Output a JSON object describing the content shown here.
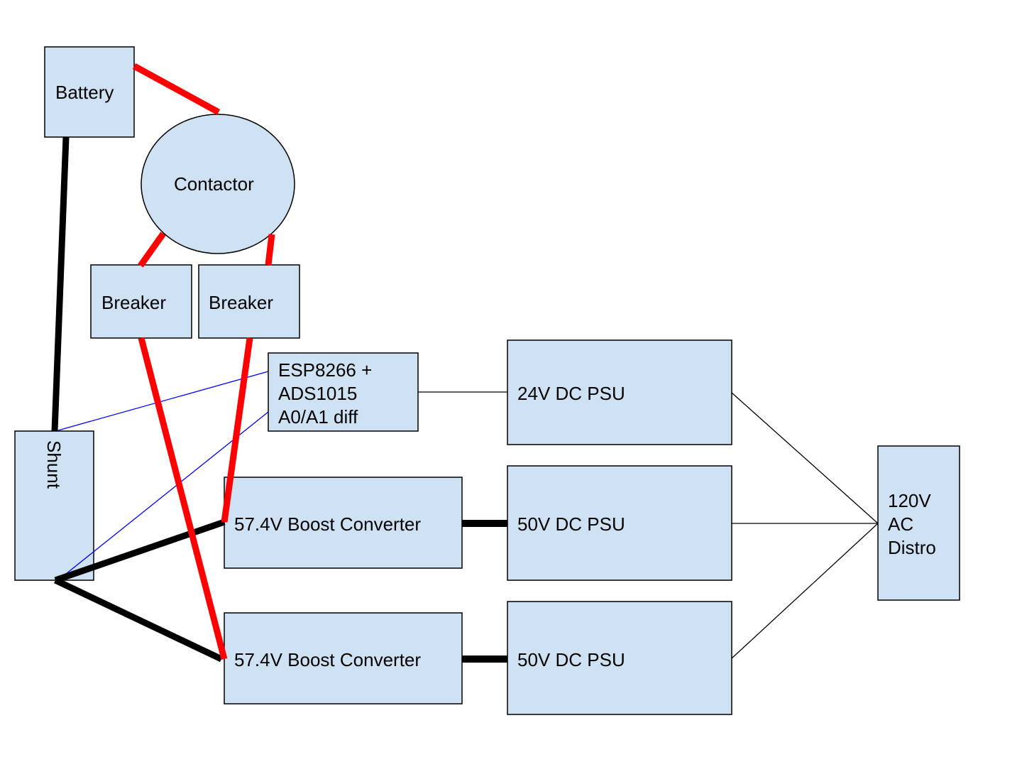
{
  "diagram": {
    "colors": {
      "node_fill": "#cfe2f3",
      "node_stroke": "#000000",
      "positive_wire": "#ff0000",
      "negative_wire": "#000000",
      "sense_wire": "#0000ff",
      "ac_wire": "#000000"
    },
    "nodes": {
      "battery": {
        "label": [
          "Battery"
        ]
      },
      "contactor": {
        "label": [
          "Contactor"
        ]
      },
      "breaker_1": {
        "label": [
          "Breaker"
        ]
      },
      "breaker_2": {
        "label": [
          "Breaker"
        ]
      },
      "shunt": {
        "label": [
          "Shunt"
        ]
      },
      "esp": {
        "label": [
          "ESP8266 +",
          "ADS1015",
          "A0/A1 diff"
        ]
      },
      "boost_1": {
        "label": [
          "57.4V Boost Converter"
        ]
      },
      "boost_2": {
        "label": [
          "57.4V Boost Converter"
        ]
      },
      "psu_24": {
        "label": [
          "24V DC PSU"
        ]
      },
      "psu_50_1": {
        "label": [
          "50V DC PSU"
        ]
      },
      "psu_50_2": {
        "label": [
          "50V DC PSU"
        ]
      },
      "ac_distro": {
        "label": [
          "120V",
          "AC",
          "Distro"
        ]
      }
    },
    "connections": [
      {
        "from": "battery",
        "to": "contactor",
        "type": "positive"
      },
      {
        "from": "contactor",
        "to": "breaker_1",
        "type": "positive"
      },
      {
        "from": "contactor",
        "to": "breaker_2",
        "type": "positive"
      },
      {
        "from": "breaker_1",
        "to": "boost_2",
        "type": "positive"
      },
      {
        "from": "breaker_2",
        "to": "boost_1",
        "type": "positive"
      },
      {
        "from": "battery",
        "to": "shunt",
        "type": "negative"
      },
      {
        "from": "shunt",
        "to": "boost_1",
        "type": "negative"
      },
      {
        "from": "shunt",
        "to": "boost_2",
        "type": "negative"
      },
      {
        "from": "boost_1",
        "to": "psu_50_1",
        "type": "negative"
      },
      {
        "from": "boost_2",
        "to": "psu_50_2",
        "type": "negative"
      },
      {
        "from": "shunt",
        "to": "esp",
        "type": "sense"
      },
      {
        "from": "shunt",
        "to": "esp",
        "type": "sense"
      },
      {
        "from": "esp",
        "to": "psu_24",
        "type": "ac"
      },
      {
        "from": "psu_24",
        "to": "ac_distro",
        "type": "ac"
      },
      {
        "from": "psu_50_1",
        "to": "ac_distro",
        "type": "ac"
      },
      {
        "from": "psu_50_2",
        "to": "ac_distro",
        "type": "ac"
      }
    ]
  }
}
